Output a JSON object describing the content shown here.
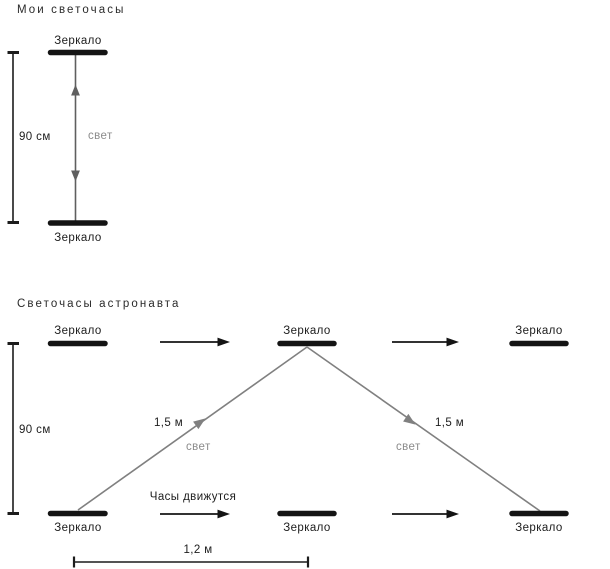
{
  "figure": {
    "colors": {
      "ink": "#1c1c1c",
      "mirror": "#141414",
      "ray": "#6e6e6e",
      "ray_label": "#8b8b8b"
    },
    "diagram1": {
      "title": "Мои светочасы",
      "top_mirror_label": "Зеркало",
      "bottom_mirror_label": "Зеркало",
      "light_label": "свет",
      "height_label": "90 см"
    },
    "diagram2": {
      "title": "Светочасы астронавта",
      "top_mirror_labels": [
        "Зеркало",
        "Зеркало",
        "Зеркало"
      ],
      "bottom_mirror_labels": [
        "Зеркало",
        "Зеркало",
        "Зеркало"
      ],
      "height_label": "90 см",
      "clocks_moving_label": "Часы движутся",
      "left_path_label": "1,5 м",
      "right_path_label": "1,5 м",
      "left_light_label": "свет",
      "right_light_label": "свет",
      "base_label": "1,2 м"
    }
  }
}
